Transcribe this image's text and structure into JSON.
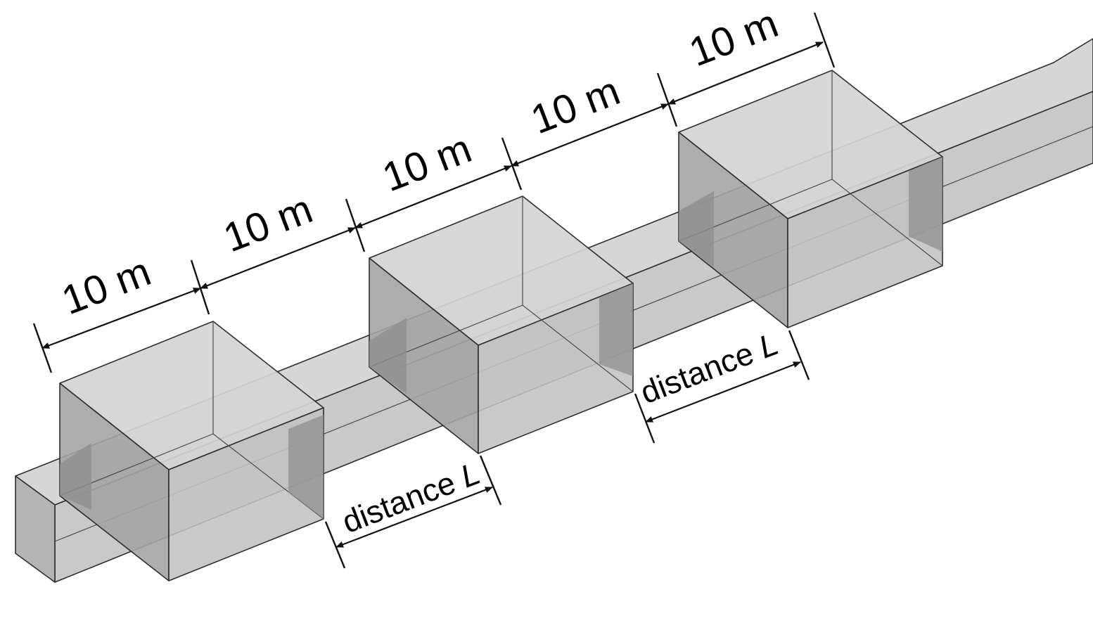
{
  "colors": {
    "box_front": "#c4c4c4",
    "box_top": "#d4d4d4",
    "box_side": "#a2a2a2",
    "overlap_dark": "#8f8f8f",
    "pipe": "#c9c9c9",
    "pipe_top": "#d6d6d6",
    "edges": "#2e2e2e",
    "dimension_lines": "#111111"
  },
  "segment_labels": [
    "10 m",
    "10 m",
    "10 m",
    "10 m",
    "10 m"
  ],
  "distance_labels": [
    {
      "prefix": "distance ",
      "var": "L"
    },
    {
      "prefix": "distance ",
      "var": "L"
    }
  ]
}
